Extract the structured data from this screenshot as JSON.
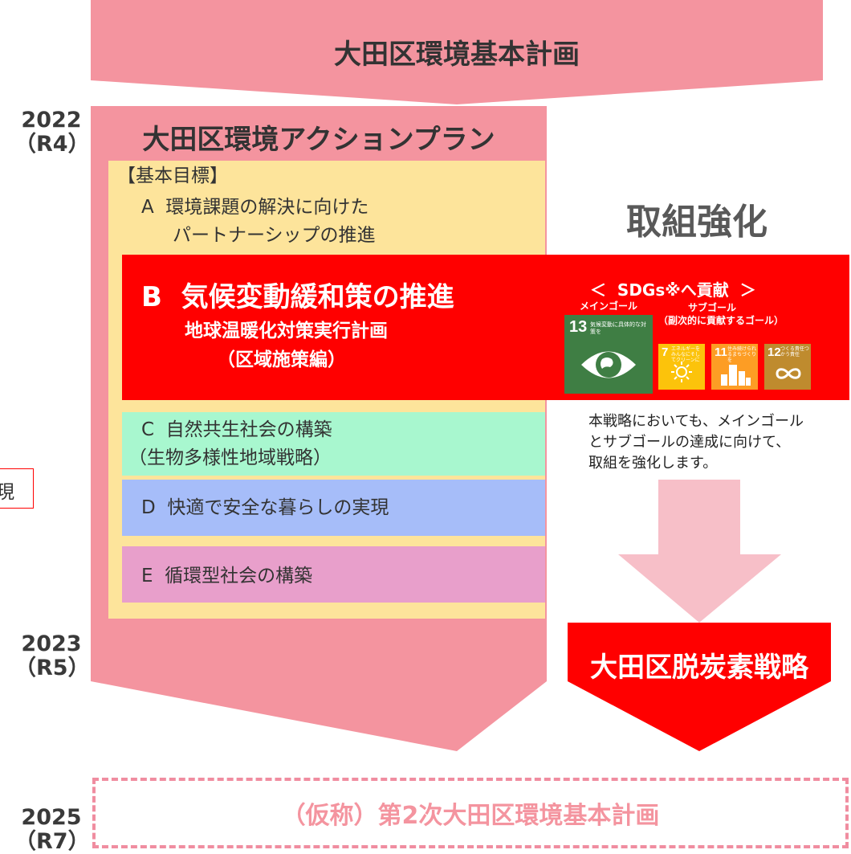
{
  "top_plan": {
    "title": "大田区環境基本計画"
  },
  "years": [
    {
      "year": "2022",
      "era": "（R4）"
    },
    {
      "year": "2023",
      "era": "（R5）"
    },
    {
      "year": "2025",
      "era": "（R7）"
    }
  ],
  "action_plan": {
    "title": "大田区環境アクションプラン",
    "goals_header": "【基本目標】",
    "goal_a": {
      "line1": "A  環境課題の解決に向けた",
      "line2": "パートナーシップの推進"
    },
    "goal_b": {
      "title": "B  気候変動緩和策の推進",
      "sub1": "地球温暖化対策実行計画",
      "sub2": "（区域施策編）"
    },
    "goal_c": {
      "line1": "C  自然共生社会の構築",
      "line2": "（生物多様性地域戦略）"
    },
    "goal_d": {
      "line1": "D  快適で安全な暮らしの実現"
    },
    "goal_e": {
      "line1": "E  循環型社会の構築"
    }
  },
  "strengthen_label": "取組強化",
  "sdgs": {
    "heading": "＜  SDGs※へ貢献  ＞",
    "main_goal_label": "メインゴール",
    "sub_goal_label": "サブゴール",
    "sub_goal_note": "（副次的に貢献するゴール）",
    "icons": [
      {
        "number": "13",
        "caption": "気候変動に具体的な対策を",
        "color": "#3f7e44"
      },
      {
        "number": "7",
        "caption": "エネルギーをみんなにそしてクリーンに",
        "color": "#fcc30b"
      },
      {
        "number": "11",
        "caption": "住み続けられるまちづくりを",
        "color": "#fd9d24"
      },
      {
        "number": "12",
        "caption": "つくる責任つかう責任",
        "color": "#bf8b2e"
      }
    ]
  },
  "strategy_note": {
    "line1": "本戦略においても、メインゴール",
    "line2": "とサブゴールの達成に向けて、",
    "line3": "取組を強化します。"
  },
  "strategy_box": {
    "title": "大田区脱炭素戦略"
  },
  "next_plan": {
    "title": "（仮称）第2次大田区環境基本計画"
  },
  "left_edge_fragment": "現",
  "colors": {
    "plan_pink": "#f4949f",
    "goal_yellow": "#fde49b",
    "goal_b_red": "#ff0000",
    "goal_c_green": "#a8f7cf",
    "goal_d_blue": "#a6bdf9",
    "goal_e_pink": "#e89fcb",
    "arrow_light_pink": "#f7bfc8",
    "next_plan_border": "#f08da0"
  }
}
